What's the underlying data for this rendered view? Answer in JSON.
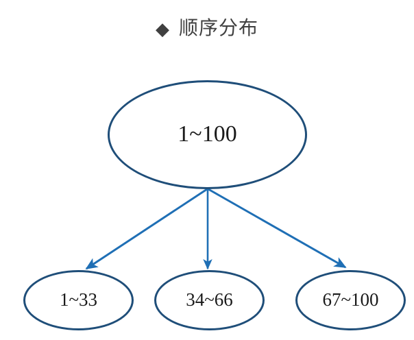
{
  "title": {
    "bullet": "◆",
    "text": "顺序分布"
  },
  "colors": {
    "node_border": "#1F4E79",
    "arrow": "#1F6FB5",
    "title_text": "#404040",
    "node_text": "#1a1a1a",
    "background": "#ffffff"
  },
  "diagram": {
    "type": "tree",
    "root": {
      "label": "1~100",
      "name": "root-node"
    },
    "children": [
      {
        "label": "1~33",
        "name": "child-node-1"
      },
      {
        "label": "34~66",
        "name": "child-node-2"
      },
      {
        "label": "67~100",
        "name": "child-node-3"
      }
    ],
    "edges": [
      {
        "from": "1~100",
        "to": "1~33",
        "arrow": "down-left"
      },
      {
        "from": "1~100",
        "to": "34~66",
        "arrow": "down"
      },
      {
        "from": "1~100",
        "to": "67~100",
        "arrow": "down-right"
      }
    ]
  }
}
